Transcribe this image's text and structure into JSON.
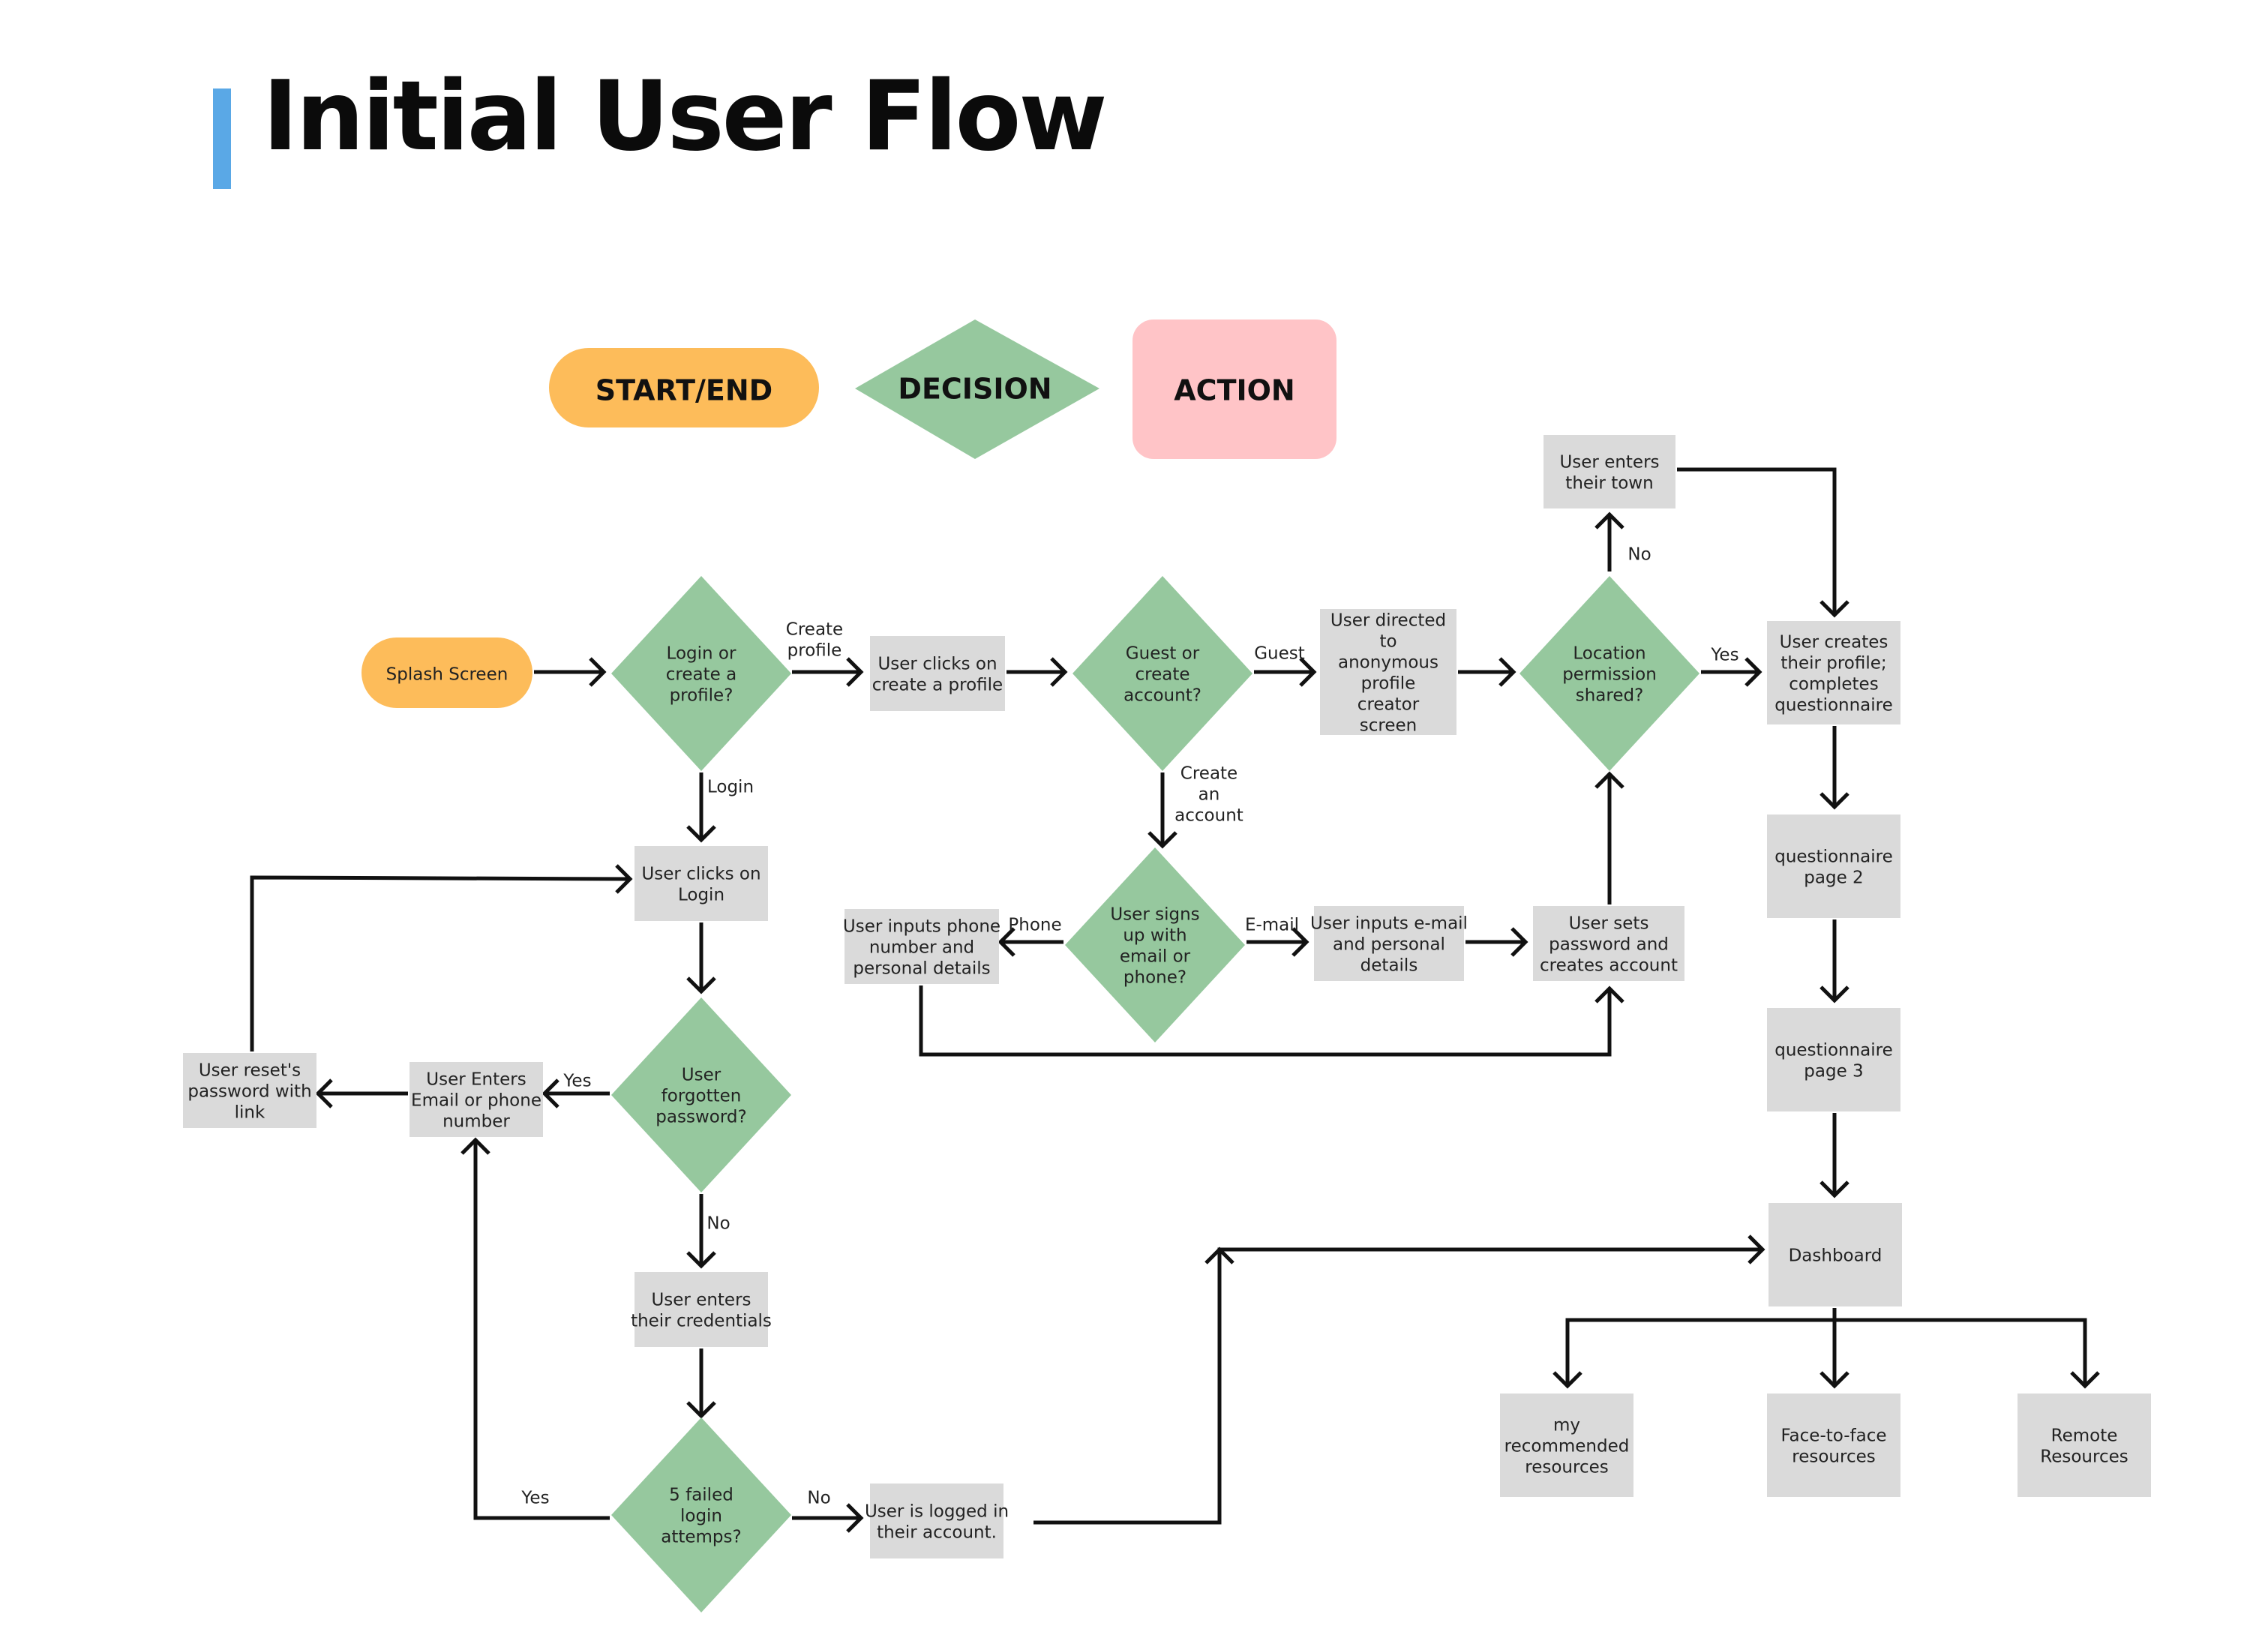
{
  "title": "Initial User Flow",
  "colors": {
    "accent_bar": "#5aa8e6",
    "start_end": "#fdbc5a",
    "decision": "#96c89e",
    "action_legend": "#ffc4c7",
    "process": "#dadada",
    "line": "#111111"
  },
  "legend": {
    "start_end": "START/END",
    "decision": "DECISION",
    "action": "ACTION"
  },
  "nodes": {
    "splash": [
      "Splash Screen"
    ],
    "login_or_create": [
      "Login or",
      "create a",
      "profile?"
    ],
    "clicks_create_profile": [
      "User clicks on",
      "create a profile"
    ],
    "guest_or_create": [
      "Guest or",
      "create",
      "account?"
    ],
    "anonymous_profile": [
      "User directed",
      "to",
      "anonymous",
      "profile",
      "creator",
      "screen"
    ],
    "location_permission": [
      "Location",
      "permission",
      "shared?"
    ],
    "enters_town": [
      "User enters",
      "their town"
    ],
    "creates_profile": [
      "User creates",
      "their profile;",
      "completes",
      "questionnaire"
    ],
    "questionnaire_2": [
      "questionnaire",
      "page 2"
    ],
    "questionnaire_3": [
      "questionnaire",
      "page 3"
    ],
    "dashboard": [
      "Dashboard"
    ],
    "my_recommended": [
      "my",
      "recommended",
      "resources"
    ],
    "face_to_face": [
      "Face-to-face",
      "resources"
    ],
    "remote_resources": [
      "Remote",
      "Resources"
    ],
    "signs_up_with": [
      "User signs",
      "up with",
      "email or",
      "phone?"
    ],
    "inputs_phone": [
      "User inputs phone",
      "number and",
      "personal details"
    ],
    "inputs_email": [
      "User inputs e-mail",
      "and personal",
      "details"
    ],
    "sets_password": [
      "User sets",
      "password and",
      "creates account"
    ],
    "clicks_login": [
      "User clicks on",
      "Login"
    ],
    "forgotten_password": [
      "User",
      "forgotten",
      "password?"
    ],
    "enters_email_phone": [
      "User Enters",
      "Email or phone",
      "number"
    ],
    "resets_password": [
      "User reset's",
      "password with",
      "link"
    ],
    "enters_credentials": [
      "User enters",
      "their credentials"
    ],
    "failed_attempts": [
      "5 failed",
      "login",
      "attemps?"
    ],
    "logged_in": [
      "User is logged in",
      "their account."
    ]
  },
  "edge_labels": {
    "create_profile": [
      "Create",
      "profile"
    ],
    "login": [
      "Login"
    ],
    "guest": [
      "Guest"
    ],
    "create_an_account": [
      "Create",
      "an",
      "account"
    ],
    "location_yes": [
      "Yes"
    ],
    "location_no": [
      "No"
    ],
    "phone": [
      "Phone"
    ],
    "email": [
      "E-mail"
    ],
    "forgot_yes": [
      "Yes"
    ],
    "forgot_no": [
      "No"
    ],
    "failed_yes": [
      "Yes"
    ],
    "failed_no": [
      "No"
    ]
  }
}
